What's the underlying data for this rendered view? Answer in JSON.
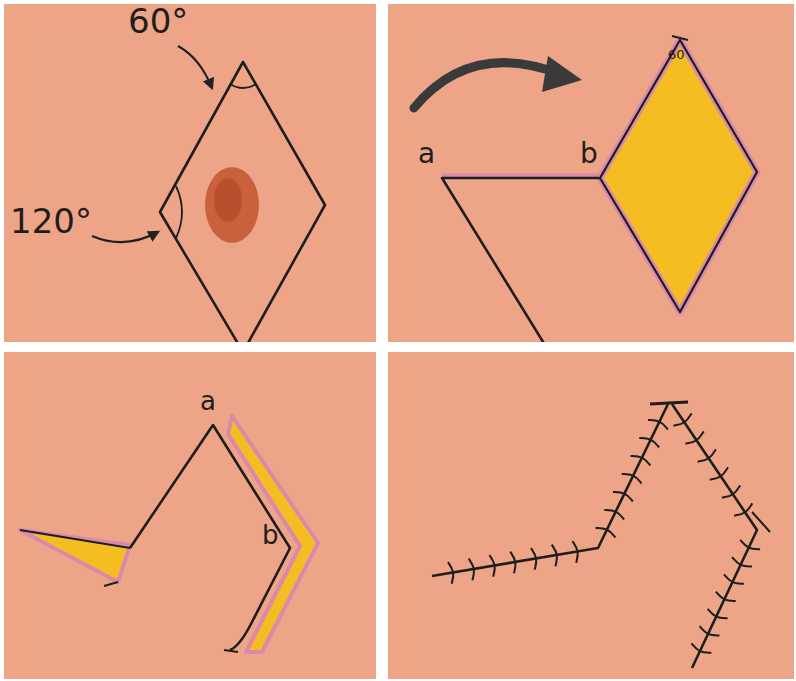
{
  "diagram": {
    "labels": [
      "60°",
      "120°",
      "a",
      "b",
      "60",
      "a",
      "b"
    ]
  }
}
